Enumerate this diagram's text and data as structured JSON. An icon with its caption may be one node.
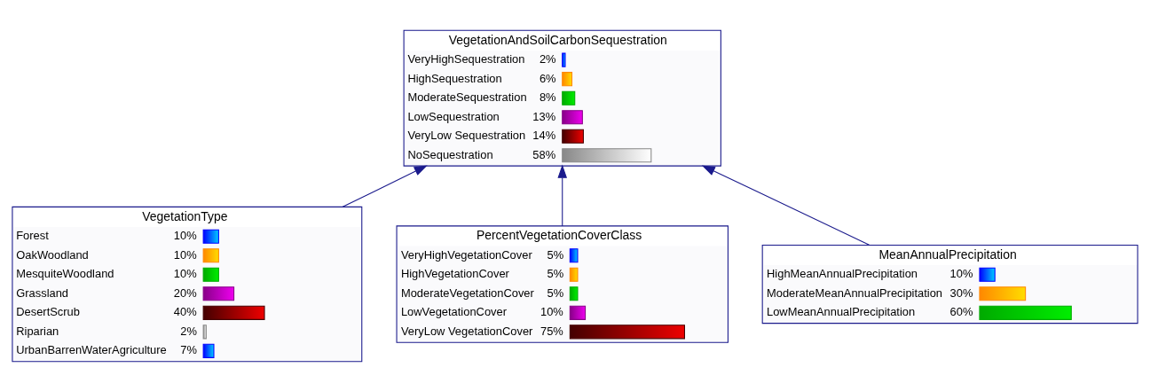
{
  "diagram": {
    "nodes": [
      {
        "text": [
          "VegetationAndSoilCarbonSequestration",
          "VeryHighSequestration",
          "2%",
          "HighSequestration",
          "6%",
          "ModerateSequestration",
          "8%",
          "LowSequestration",
          "13%",
          "VeryLow Sequestration",
          "14%",
          "NoSequestration",
          "58%"
        ]
      },
      {
        "text": [
          "VegetationType",
          "Forest",
          "10%",
          "OakWoodland",
          "10%",
          "MesquiteWoodland",
          "10%",
          "Grassland",
          "20%",
          "DesertScrub",
          "40%",
          "Riparian",
          "2%",
          "UrbanBarrenWaterAgriculture",
          "7%"
        ]
      },
      {
        "text": [
          "PercentVegetationCoverClass",
          "VeryHighVegetationCover",
          "5%",
          "HighVegetationCover",
          "5%",
          "ModerateVegetationCover",
          "5%",
          "LowVegetationCover",
          "10%",
          "VeryLow VegetationCover",
          "75%"
        ]
      },
      {
        "text": [
          "MeanAnnualPrecipitation",
          "HighMeanAnnualPrecipitation",
          "10%",
          "ModerateMeanAnnualPrecipitation",
          "30%",
          "LowMeanAnnualPrecipitation",
          "60%"
        ]
      }
    ],
    "edges": [
      {
        "from": 1,
        "to": 0,
        "arrow": "to"
      },
      {
        "from": 2,
        "to": 0,
        "arrow": "to"
      },
      {
        "from": 3,
        "to": 0,
        "arrow": "to"
      }
    ]
  }
}
